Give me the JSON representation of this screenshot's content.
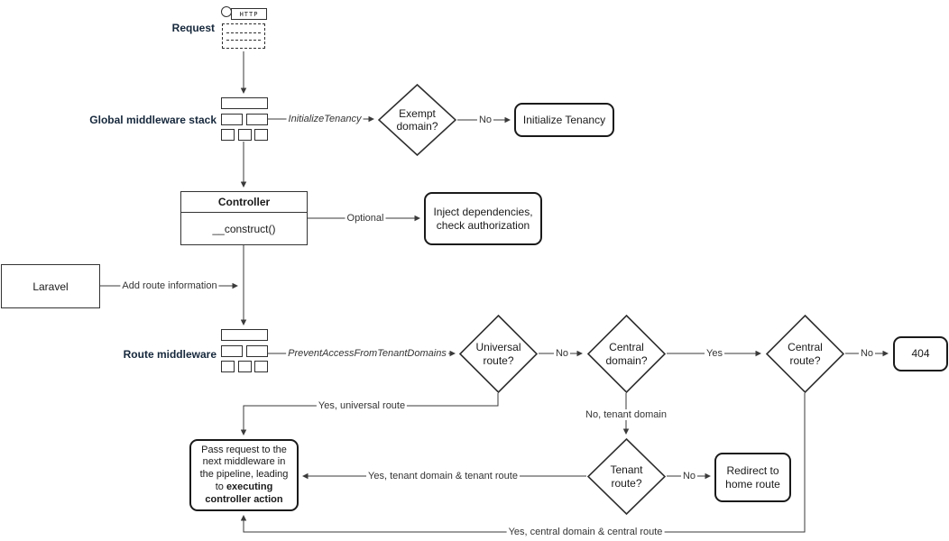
{
  "colors": {
    "stroke": "#3a3a3a",
    "text": "#333333",
    "heading": "#16283c"
  },
  "nodes": {
    "request_label": "Request",
    "http_label": "HTTP",
    "global_middleware_label": "Global middleware stack",
    "exempt_domain": "Exempt\ndomain?",
    "initialize_tenancy": "Initialize Tenancy",
    "controller_title": "Controller",
    "controller_method": "__construct()",
    "inject_dependencies": "Inject dependencies,\ncheck authorization",
    "laravel": "Laravel",
    "route_middleware_label": "Route middleware",
    "universal_route": "Universal\nroute?",
    "central_domain": "Central\ndomain?",
    "central_route": "Central\nroute?",
    "not_found": "404",
    "tenant_route": "Tenant\nroute?",
    "redirect_home": "Redirect to\nhome route",
    "pass_pre": "Pass request to the next middleware in the pipeline, leading to ",
    "pass_bold": "executing controller action"
  },
  "edges": {
    "initialize_tenancy": "InitializeTenancy",
    "no_exempt": "No",
    "optional": "Optional",
    "add_route_information": "Add route information",
    "prevent_access": "PreventAccessFromTenantDomains",
    "no_universal": "No",
    "yes_central_domain": "Yes",
    "no_central_route": "No",
    "yes_universal": "Yes, universal route",
    "no_tenant_domain": "No, tenant domain",
    "yes_tenant": "Yes, tenant domain & tenant route",
    "no_tenant_route": "No",
    "yes_central": "Yes, central domain & central route"
  }
}
